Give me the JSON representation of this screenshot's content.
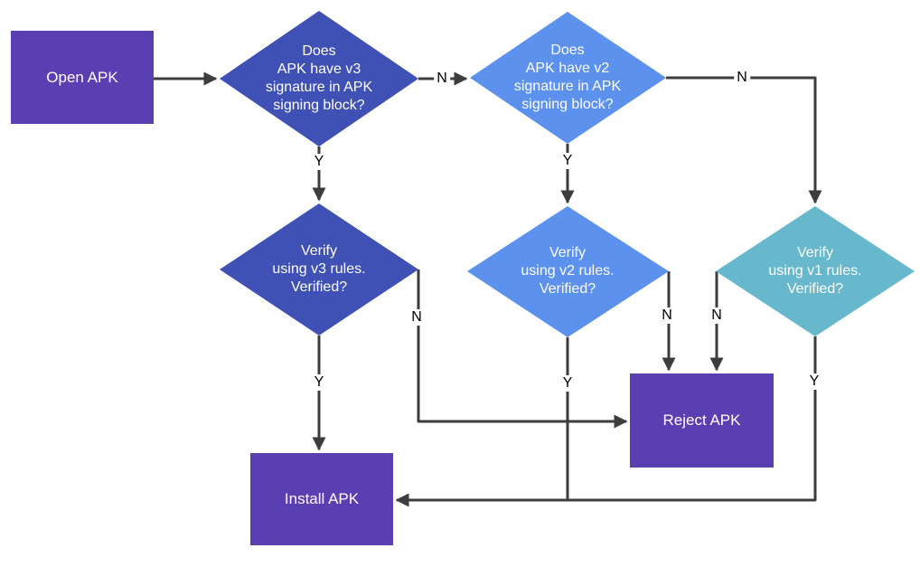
{
  "diagram": {
    "type": "flowchart",
    "background": "#ffffff"
  },
  "colors": {
    "purple": "#5a3fb3",
    "indigo": "#3f51b5",
    "blue": "#5c92ed",
    "teal": "#67b7cd",
    "arrow": "#3d3d3d",
    "node_text": "#ffffff",
    "label_text": "#000000"
  },
  "nodes": {
    "open_apk": {
      "label": "Open APK",
      "shape": "rectangle",
      "color": "#5a3fb3"
    },
    "v3_check": {
      "lines": [
        "Does",
        "APK have v3",
        "signature in APK",
        "signing block?"
      ],
      "shape": "diamond",
      "color": "#3f51b5"
    },
    "v2_check": {
      "lines": [
        "Does",
        "APK have v2",
        "signature in APK",
        "signing block?"
      ],
      "shape": "diamond",
      "color": "#5c92ed"
    },
    "verify_v3": {
      "lines": [
        "Verify",
        "using v3 rules.",
        "Verified?"
      ],
      "shape": "diamond",
      "color": "#3f51b5"
    },
    "verify_v2": {
      "lines": [
        "Verify",
        "using v2 rules.",
        "Verified?"
      ],
      "shape": "diamond",
      "color": "#5c92ed"
    },
    "verify_v1": {
      "lines": [
        "Verify",
        "using v1 rules.",
        "Verified?"
      ],
      "shape": "diamond",
      "color": "#67b7cd"
    },
    "reject_apk": {
      "label": "Reject APK",
      "shape": "rectangle",
      "color": "#5a3fb3"
    },
    "install_apk": {
      "label": "Install APK",
      "shape": "rectangle",
      "color": "#5a3fb3"
    }
  },
  "edge_labels": {
    "v3_check_no": "N",
    "v3_check_yes": "Y",
    "v2_check_no": "N",
    "v2_check_yes": "Y",
    "verify_v3_yes": "Y",
    "verify_v3_no": "N",
    "verify_v2_no": "N",
    "verify_v2_yes": "Y",
    "verify_v1_no": "N",
    "verify_v1_yes": "Y"
  }
}
